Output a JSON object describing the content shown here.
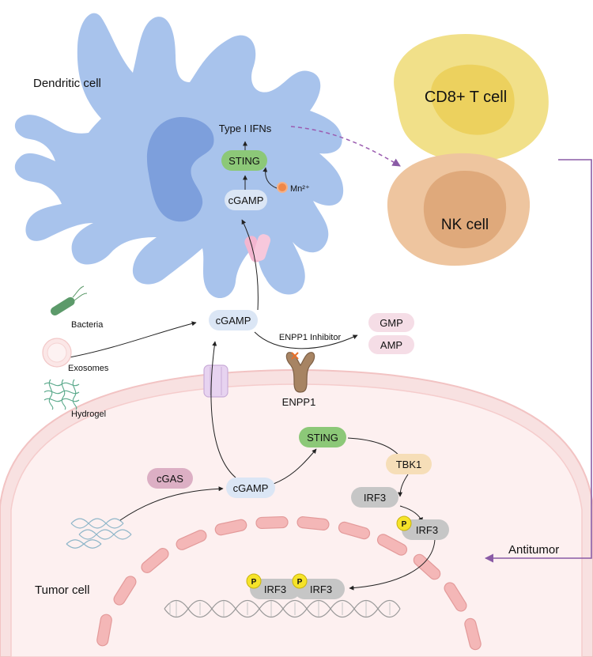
{
  "cells": {
    "dendritic": "Dendritic cell",
    "cd8": "CD8+ T cell",
    "nk": "NK cell",
    "tumor": "Tumor cell"
  },
  "dendritic_pathway": {
    "ifn": "Type I IFNs",
    "sting": "STING",
    "cgamp": "cGAMP",
    "mn": "Mn²⁺"
  },
  "extracellular": {
    "cgamp": "cGAMP",
    "inhibitor": "ENPP1 Inhibitor",
    "gmp": "GMP",
    "amp": "AMP",
    "enpp1": "ENPP1",
    "bacteria": "Bacteria",
    "exosomes": "Exosomes",
    "hydrogel": "Hydrogel"
  },
  "tumor_pathway": {
    "cgas": "cGAS",
    "cgamp": "cGAMP",
    "sting": "STING",
    "tbk1": "TBK1",
    "irf3": "IRF3",
    "irf3_p": "IRF3",
    "irf3_dimer_1": "IRF3",
    "irf3_dimer_2": "IRF3",
    "p": "P"
  },
  "outcome": {
    "antitumor": "Antitumor"
  },
  "colors": {
    "dendritic_body": "#a8c3ec",
    "dendritic_nucleus": "#7d9fdc",
    "cd8_outer": "#f1e089",
    "cd8_inner": "#ecd15e",
    "nk_outer": "#eec59f",
    "nk_inner": "#dfa97b",
    "tumor_fill": "#fdeeee",
    "tumor_border": "#f5c9c9",
    "nuclear_dash": "#f2b3b3",
    "sting_green": "#8cc878",
    "cgamp_bubble": "#dbe6f5",
    "cgas_pink": "#dcafc4",
    "tbk1_peach": "#f6deb8",
    "irf3_gray": "#c6c6c6",
    "phospho_yellow": "#f6e329",
    "gmp_amp_pink": "#f5dde6",
    "arrow_purple": "#8a5ba6",
    "enpp1_brown": "#9a7a59"
  }
}
